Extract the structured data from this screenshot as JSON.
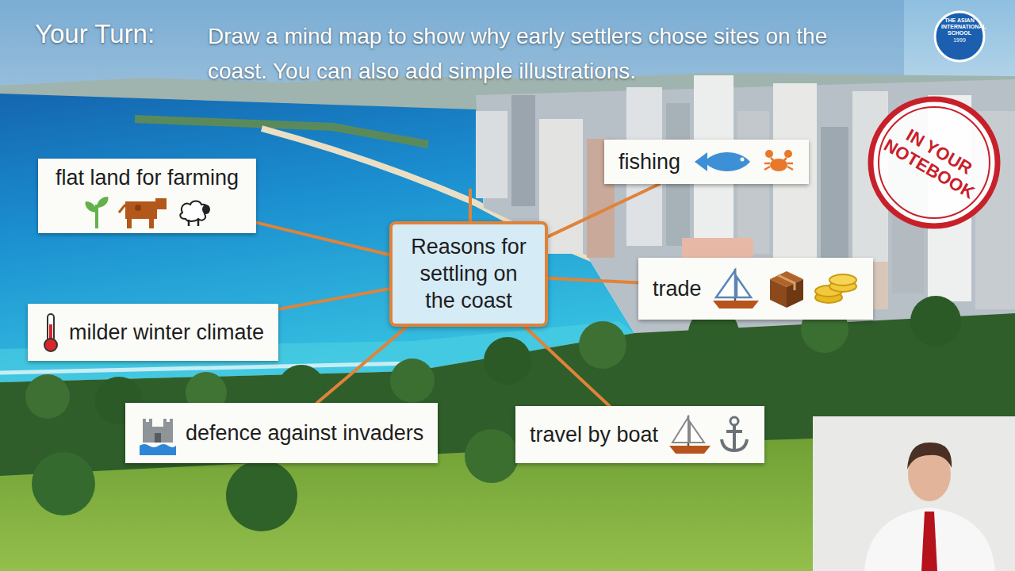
{
  "diagram": {
    "title": "Your Turn:",
    "nodes": [
      {
        "text": [
          "Reasons for settling on the coast"
        ]
      },
      {
        "text": [
          "fishing"
        ]
      },
      {
        "text": [
          "flat land for farming"
        ]
      },
      {
        "text": [
          "trade"
        ]
      },
      {
        "text": [
          "milder winter climate"
        ]
      },
      {
        "text": [
          "defence against invaders"
        ]
      },
      {
        "text": [
          "travel by boat"
        ]
      }
    ],
    "edges": [
      {
        "from": 0,
        "to": 1,
        "arrow": "none"
      },
      {
        "from": 0,
        "to": 2,
        "arrow": "none"
      },
      {
        "from": 0,
        "to": 3,
        "arrow": "none"
      },
      {
        "from": 0,
        "to": 4,
        "arrow": "none"
      },
      {
        "from": 0,
        "to": 5,
        "arrow": "none"
      },
      {
        "from": 0,
        "to": 6,
        "arrow": "none"
      }
    ],
    "labels": [
      "Draw a mind map to show why early settlers chose sites on the coast. You can also add simple illustrations.",
      "IN YOUR NOTEBOOK",
      "THE ASIAN INTERNATIONAL SCHOOL",
      "1999"
    ]
  }
}
